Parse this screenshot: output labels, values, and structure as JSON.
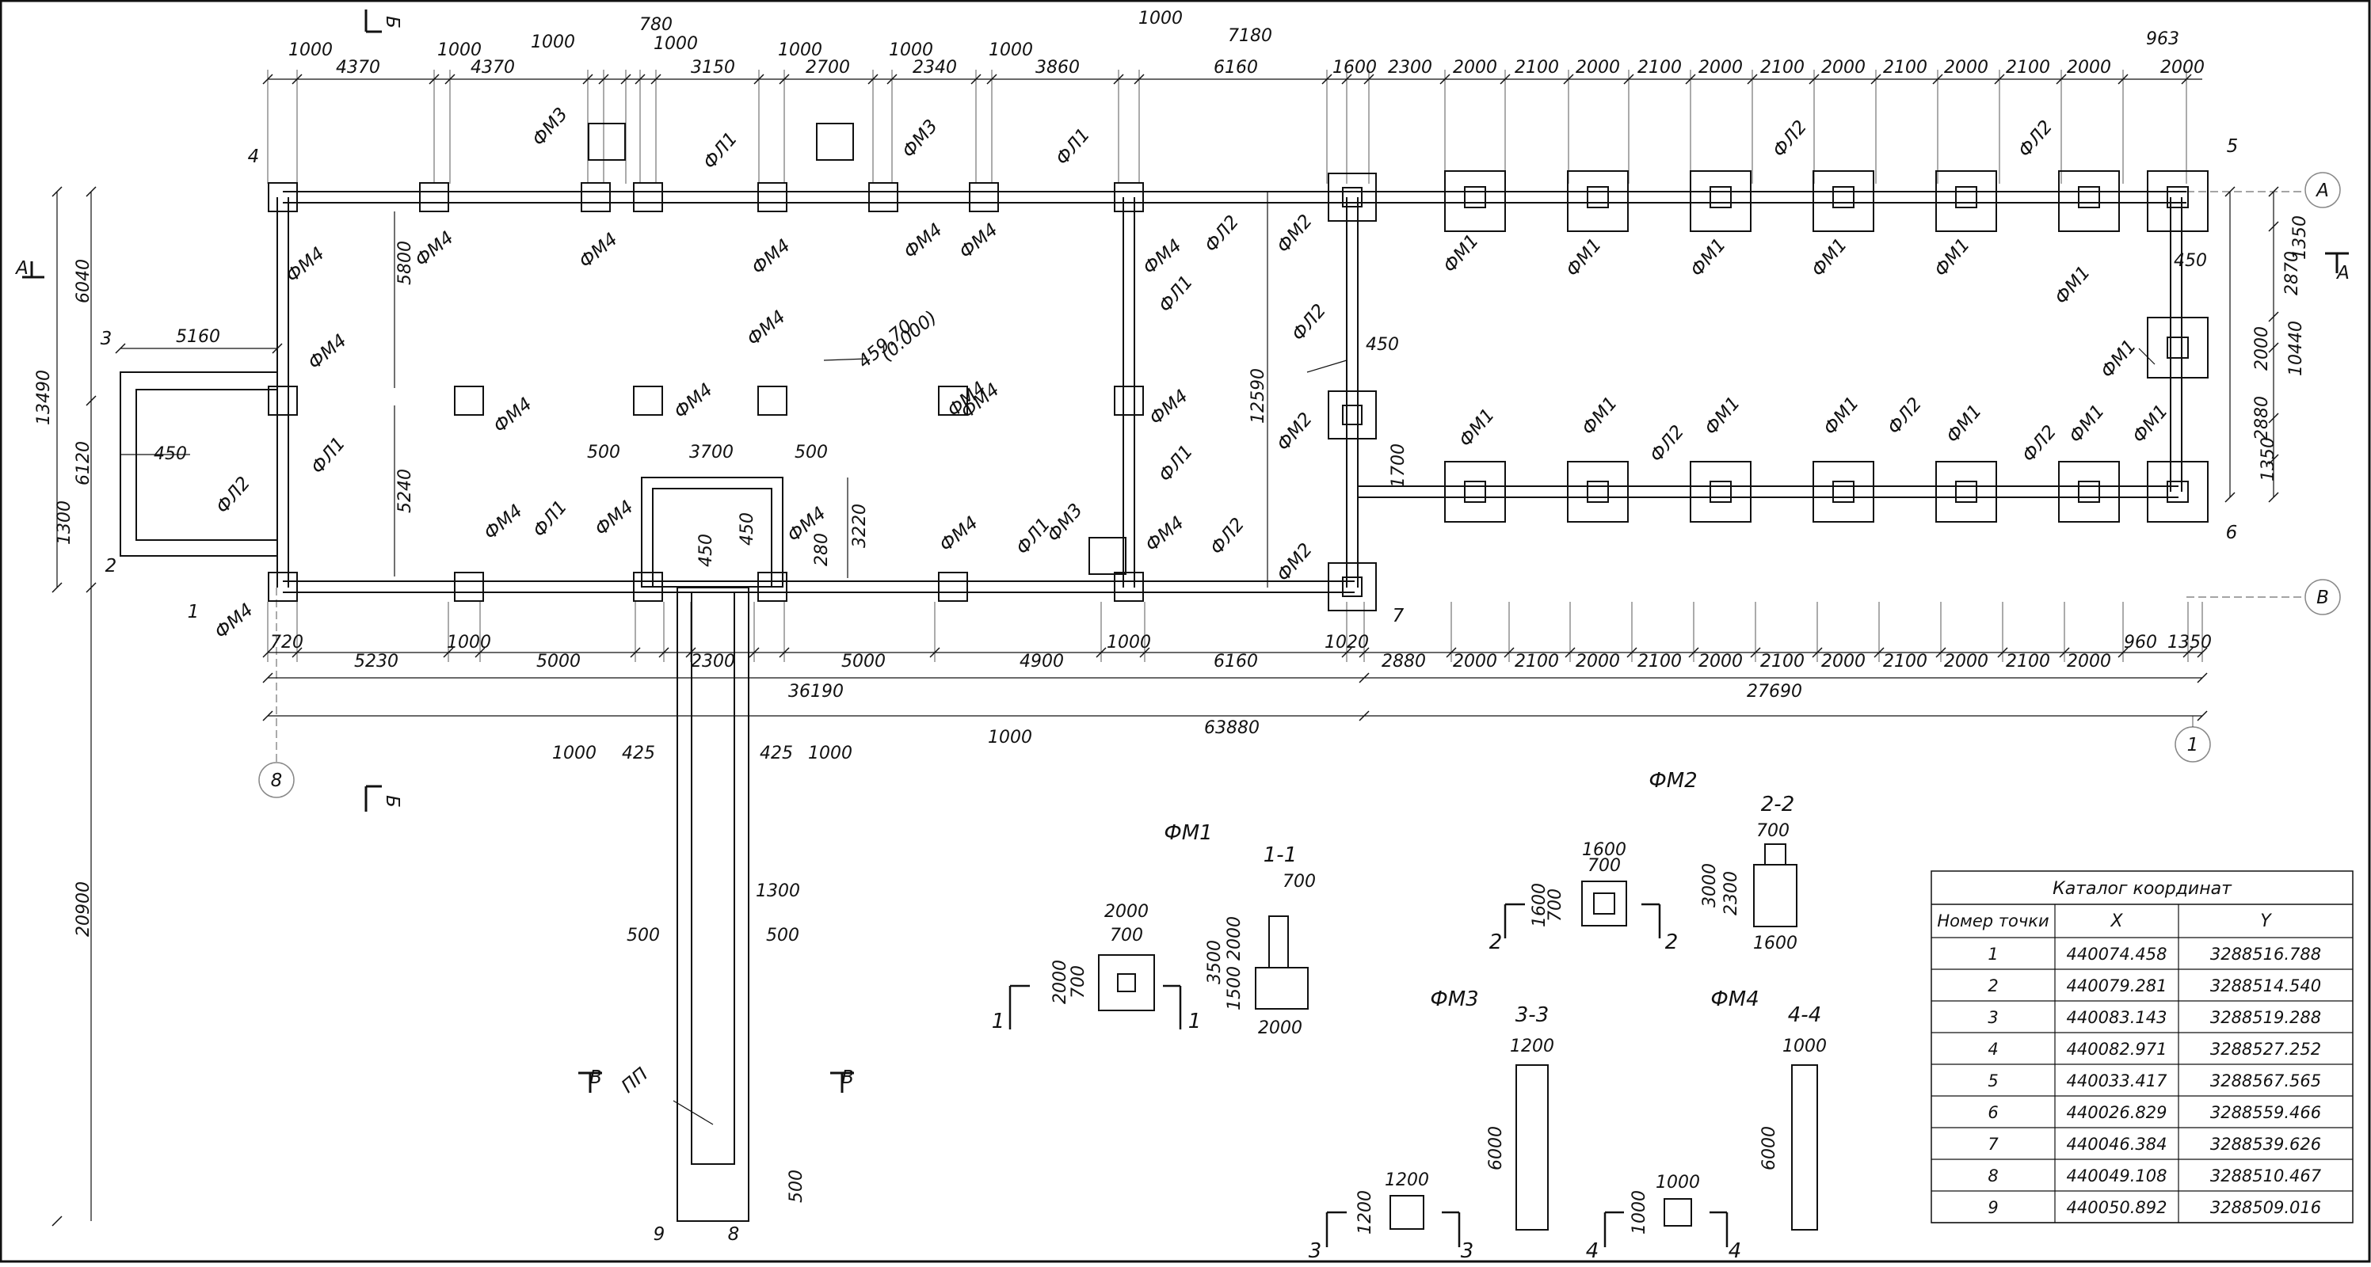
{
  "plan": {
    "dims_top": [
      "1000",
      "4370",
      "1000",
      "4370",
      "1000",
      "780",
      "1000",
      "3150",
      "1000",
      "2700",
      "1000",
      "2340",
      "1000",
      "3860",
      "1000",
      "7180",
      "6160",
      "1600",
      "2300",
      "2000",
      "2100",
      "2000",
      "2100",
      "2000",
      "2100",
      "2000",
      "2100",
      "2000",
      "2100",
      "2000",
      "963",
      "2000"
    ],
    "dims_bottom": [
      "720",
      "5230",
      "1000",
      "5000",
      "2300",
      "5000",
      "4900",
      "1000",
      "6160",
      "1020",
      "2880",
      "2000",
      "2100",
      "2000",
      "2100",
      "2000",
      "2100",
      "2000",
      "2100",
      "2000",
      "2100",
      "2000",
      "960",
      "1350"
    ],
    "dims_overall": [
      "36190",
      "27690",
      "63880"
    ],
    "dims_small": [
      "1000",
      "425",
      "425",
      "1000",
      "1000"
    ],
    "dims_left": [
      "6040",
      "13490",
      "6120",
      "1300",
      "20900"
    ],
    "dims_inner": [
      "5160",
      "450",
      "5800",
      "5240",
      "500",
      "3700",
      "500",
      "450",
      "450",
      "280",
      "3220",
      "12590",
      "450",
      "1700",
      "1300",
      "500",
      "500",
      "500"
    ],
    "dims_right": [
      "1350",
      "2870",
      "10440",
      "2000",
      "2880",
      "1350",
      "450"
    ],
    "points": [
      "1",
      "2",
      "3",
      "4",
      "5",
      "6",
      "7",
      "8",
      "9"
    ],
    "axes": [
      "А",
      "В",
      "1",
      "8"
    ],
    "section_marks": [
      "А",
      "А",
      "Б",
      "Б",
      "В",
      "В"
    ],
    "elevation": "459.70",
    "elevation_rel": "(0.000)",
    "pp_label": "ПП",
    "labels": {
      "fm1": "ФМ1",
      "fm2": "ФМ2",
      "fm3": "ФМ3",
      "fm4": "ФМ4",
      "fl1": "ФЛ1",
      "fl2": "ФЛ2"
    }
  },
  "details": {
    "fm1": {
      "title": "ФМ1",
      "section": "1-1",
      "plan_dims": [
        "2000",
        "700",
        "2000",
        "700"
      ],
      "sec_dims": [
        "700",
        "3500",
        "2000",
        "1500",
        "2000"
      ],
      "marks": [
        "1",
        "1"
      ]
    },
    "fm2": {
      "title": "ФМ2",
      "section": "2-2",
      "plan_dims": [
        "1600",
        "700",
        "1600",
        "700"
      ],
      "sec_dims": [
        "700",
        "3000",
        "2300",
        "1600"
      ],
      "marks": [
        "2",
        "2"
      ]
    },
    "fm3": {
      "title": "ФМ3",
      "section": "3-3",
      "plan_dims": [
        "1200",
        "1200"
      ],
      "sec_dims": [
        "1200",
        "6000"
      ],
      "marks": [
        "3",
        "3"
      ]
    },
    "fm4": {
      "title": "ФМ4",
      "section": "4-4",
      "plan_dims": [
        "1000",
        "1000"
      ],
      "sec_dims": [
        "1000",
        "6000"
      ],
      "marks": [
        "4",
        "4"
      ]
    }
  },
  "catalog": {
    "title": "Каталог координат",
    "headers": [
      "Номер точки",
      "X",
      "Y"
    ],
    "rows": [
      [
        "1",
        "440074.458",
        "3288516.788"
      ],
      [
        "2",
        "440079.281",
        "3288514.540"
      ],
      [
        "3",
        "440083.143",
        "3288519.288"
      ],
      [
        "4",
        "440082.971",
        "3288527.252"
      ],
      [
        "5",
        "440033.417",
        "3288567.565"
      ],
      [
        "6",
        "440026.829",
        "3288559.466"
      ],
      [
        "7",
        "440046.384",
        "3288539.626"
      ],
      [
        "8",
        "440049.108",
        "3288510.467"
      ],
      [
        "9",
        "440050.892",
        "3288509.016"
      ]
    ]
  }
}
